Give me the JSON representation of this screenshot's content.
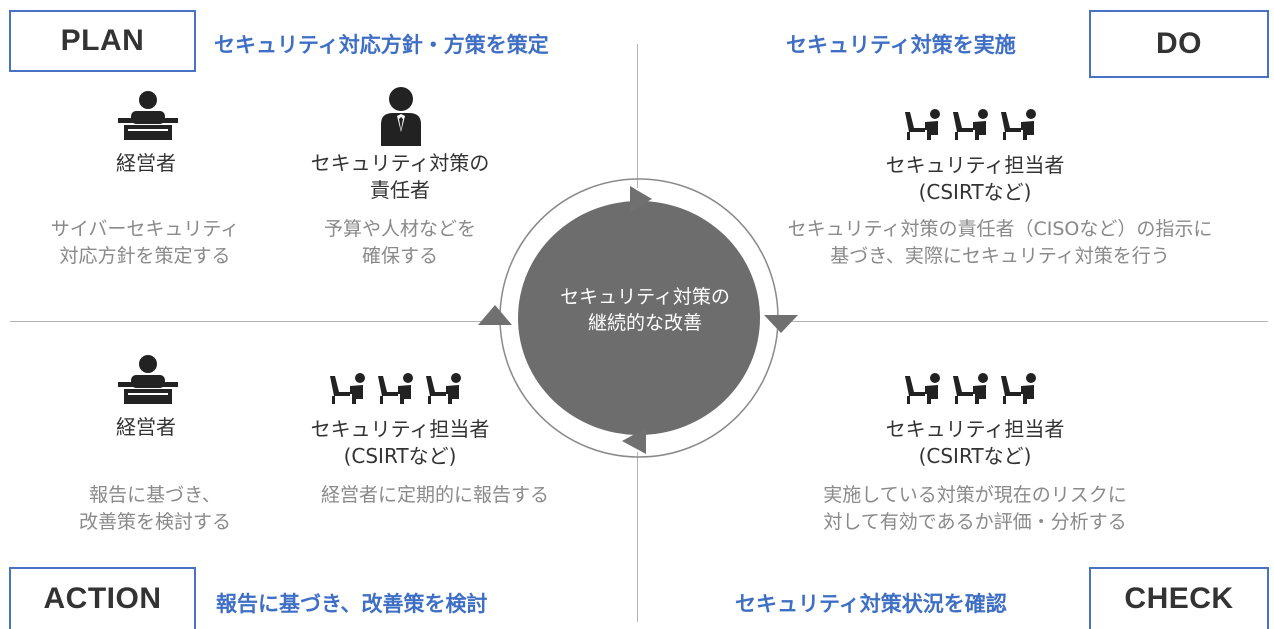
{
  "plan": {
    "label": "PLAN",
    "title": "セキュリティ対応方針・方策を策定",
    "actor1": {
      "name": "経営者",
      "icon": "executive-icon",
      "desc": [
        "サイバーセキュリティ",
        "対応方針を策定する"
      ]
    },
    "actor2": {
      "name": [
        "セキュリティ対策の",
        "責任者"
      ],
      "icon": "manager-icon",
      "desc": [
        "予算や人材などを",
        "確保する"
      ]
    }
  },
  "do": {
    "label": "DO",
    "title": "セキュリティ対策を実施",
    "actor": {
      "name": [
        "セキュリティ担当者",
        "(CSIRTなど)"
      ],
      "icon": "staff-group-icon",
      "desc": [
        "セキュリティ対策の責任者（CISOなど）の指示に",
        "基づき、実際にセキュリティ対策を行う"
      ]
    }
  },
  "check": {
    "label": "CHECK",
    "title": "セキュリティ対策状況を確認",
    "actor": {
      "name": [
        "セキュリティ担当者",
        "(CSIRTなど)"
      ],
      "icon": "staff-group-icon",
      "desc": [
        "実施している対策が現在のリスクに",
        "対して有効であるか評価・分析する"
      ]
    }
  },
  "action": {
    "label": "ACTION",
    "title": "報告に基づき、改善策を検討",
    "actor1": {
      "name": "経営者",
      "icon": "executive-icon",
      "desc": [
        "報告に基づき、",
        "改善策を検討する"
      ]
    },
    "actor2": {
      "name": [
        "セキュリティ担当者",
        "(CSIRTなど)"
      ],
      "icon": "staff-group-icon",
      "desc": [
        "経営者に定期的に報告する"
      ]
    }
  },
  "center": {
    "text": [
      "セキュリティ対策の",
      "継続的な改善"
    ]
  },
  "colors": {
    "accent": "#3f6fc5",
    "box_border": "#4a72c4",
    "center_fill": "#6d6d6d",
    "desc_text": "#8a8a8a",
    "cycle_arrow": "#707070"
  }
}
